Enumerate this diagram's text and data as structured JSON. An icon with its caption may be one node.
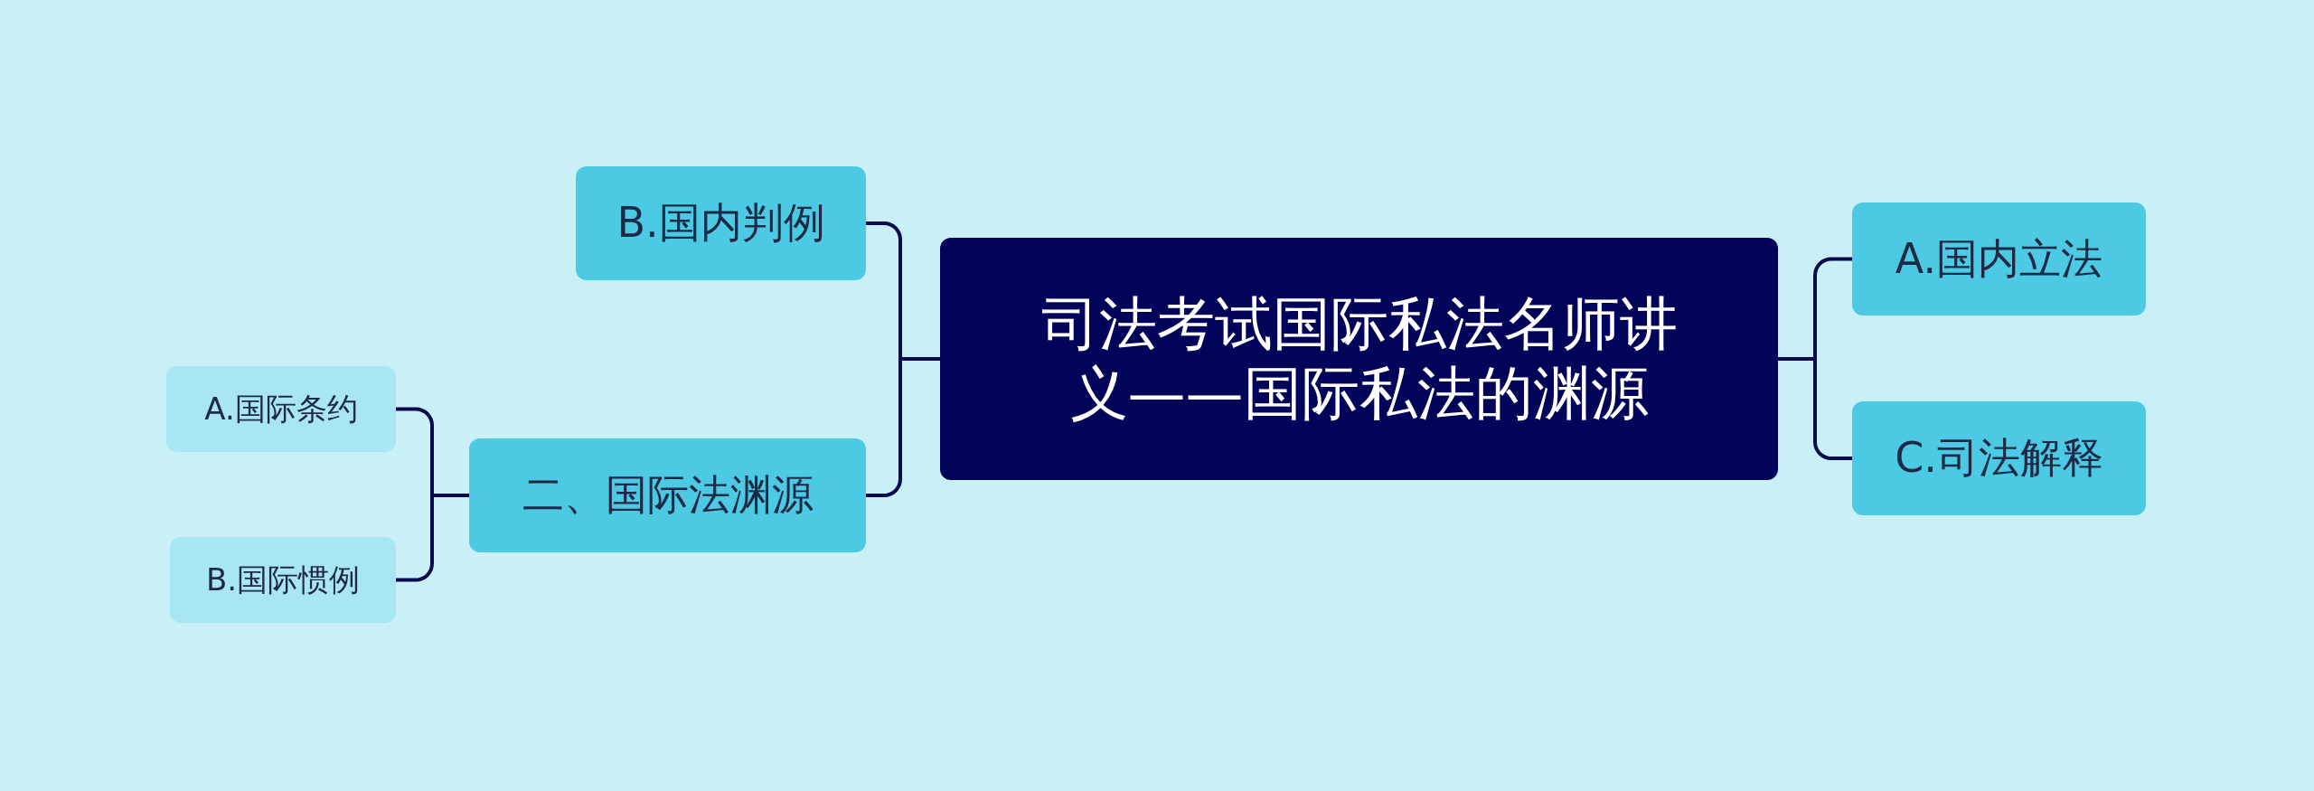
{
  "diagram": {
    "nodes": [
      {
        "text": [
          "司法考试国际私法名师讲义——国际私法的渊源"
        ]
      },
      {
        "text": [
          "B.国内判例"
        ]
      },
      {
        "text": [
          "二、国际法渊源"
        ]
      },
      {
        "text": [
          "A.国际条约"
        ]
      },
      {
        "text": [
          "B.国际惯例"
        ]
      },
      {
        "text": [
          "A.国内立法"
        ]
      },
      {
        "text": [
          "C.司法解释"
        ]
      }
    ],
    "edges": [
      {
        "from": 0,
        "to": 1,
        "arrow": "none"
      },
      {
        "from": 0,
        "to": 2,
        "arrow": "none"
      },
      {
        "from": 2,
        "to": 3,
        "arrow": "none"
      },
      {
        "from": 2,
        "to": 4,
        "arrow": "none"
      },
      {
        "from": 0,
        "to": 5,
        "arrow": "none"
      },
      {
        "from": 0,
        "to": 6,
        "arrow": "none"
      }
    ]
  }
}
